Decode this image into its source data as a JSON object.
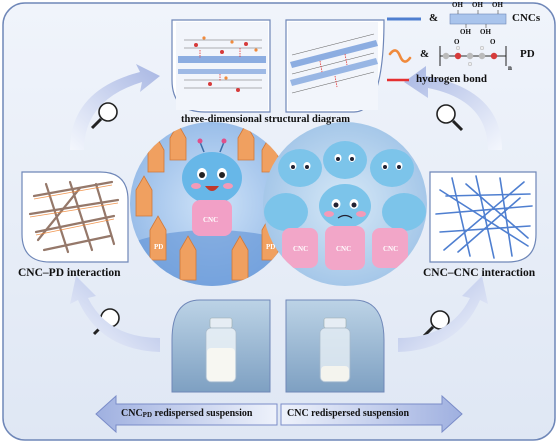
{
  "title": "three-dimensional structural diagram",
  "left_label": "CNC–PD interaction",
  "right_label": "CNC–CNC interaction",
  "bottom_left": {
    "main": "CNC",
    "sub": "PD",
    "rest": " redispersed suspension"
  },
  "bottom_right": "CNC redispersed suspension",
  "legend": {
    "amp": "&",
    "cncs": "CNCs",
    "pd": "PD",
    "hbond": "hydrogen bond",
    "oh": "OH",
    "o": "O",
    "n": "n"
  },
  "mascot_label": "CNC",
  "pd_label": "PD",
  "colors": {
    "frame": "#6f87b8",
    "frame_fill": "#e4ebf6",
    "cnc_line": "#4f7fd0",
    "pd": "#f08a3c",
    "hbond": "#e53030",
    "arrow": "#a9b8e2"
  }
}
